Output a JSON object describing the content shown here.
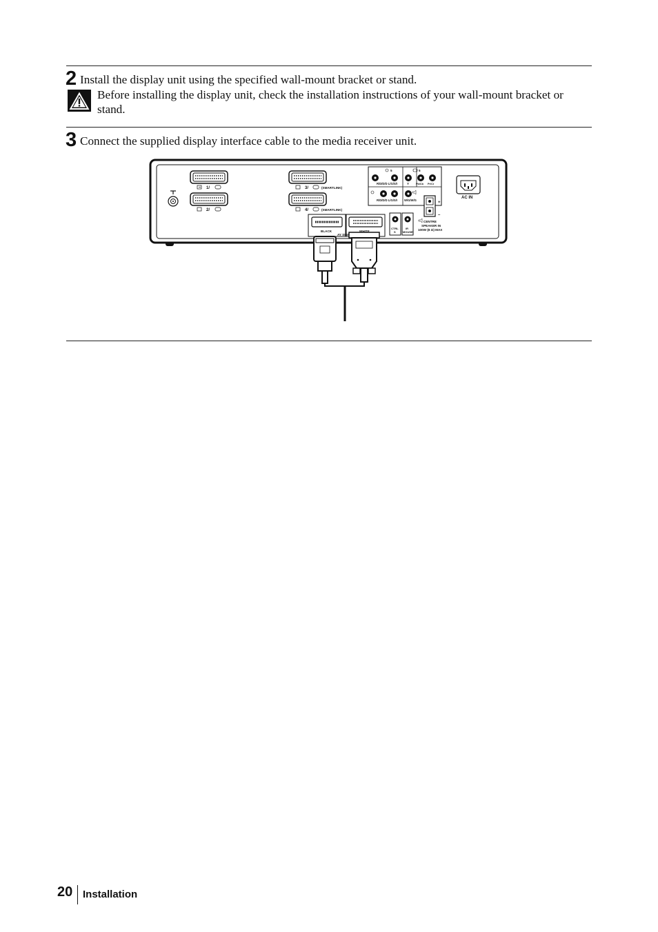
{
  "step2": {
    "number": "2",
    "text": "Install the display unit using the specified wall-mount bracket or stand.",
    "warning_text": "Before installing the display unit, check the installation instructions of your wall-mount bracket or stand."
  },
  "step3": {
    "number": "3",
    "text": "Connect the supplied display interface cable to the media receiver unit."
  },
  "diagram": {
    "scart1": "1/",
    "scart2": "2/",
    "scart3": "3/",
    "scart4": "4/",
    "smartlink": "(SMARTLINK)",
    "input5_a": "5",
    "input5_b": "5",
    "rdd_ls_top": "R/D/D/D L/G/S/I",
    "y_label": "Y",
    "pb_label": "Pb/Cb",
    "pr_label": "Pr/Cr",
    "rdd_ls_bottom": "R/D/D/D L/G/S/I",
    "wgwg": "W/G/W/G",
    "ac_in": "AC IN",
    "plus": "+",
    "minus": "–",
    "centre": "CENTRE",
    "speaker_in": "SPEAKER IN",
    "speaker_spec": "100W (8 Ω) MAX",
    "ctrl": "CTRL",
    "ctrl_s": "S",
    "ir": "IR",
    "mouse": "MOUSE",
    "black": "BLACK",
    "white": "WHITE",
    "display_out": "AY SIGN"
  },
  "footer": {
    "page_number": "20",
    "section": "Installation"
  }
}
